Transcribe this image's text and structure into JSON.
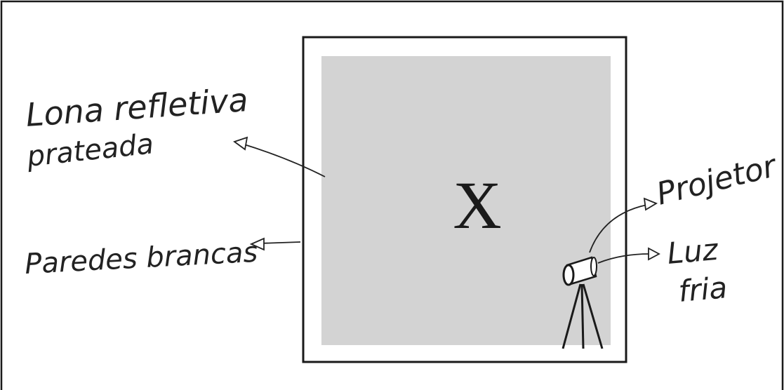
{
  "diagram": {
    "center_mark": "X",
    "labels": {
      "reflective_canvas_line1": "Lona refletiva",
      "reflective_canvas_line2": "prateada",
      "white_walls": "Paredes brancas",
      "projector": "Projetor",
      "cold_light_line1": "Luz",
      "cold_light_line2": "fria"
    },
    "colors": {
      "frame_stroke": "#1a1a1a",
      "room_fill": "#ffffff",
      "screen_fill": "#d3d3d3",
      "ink": "#222222"
    }
  }
}
